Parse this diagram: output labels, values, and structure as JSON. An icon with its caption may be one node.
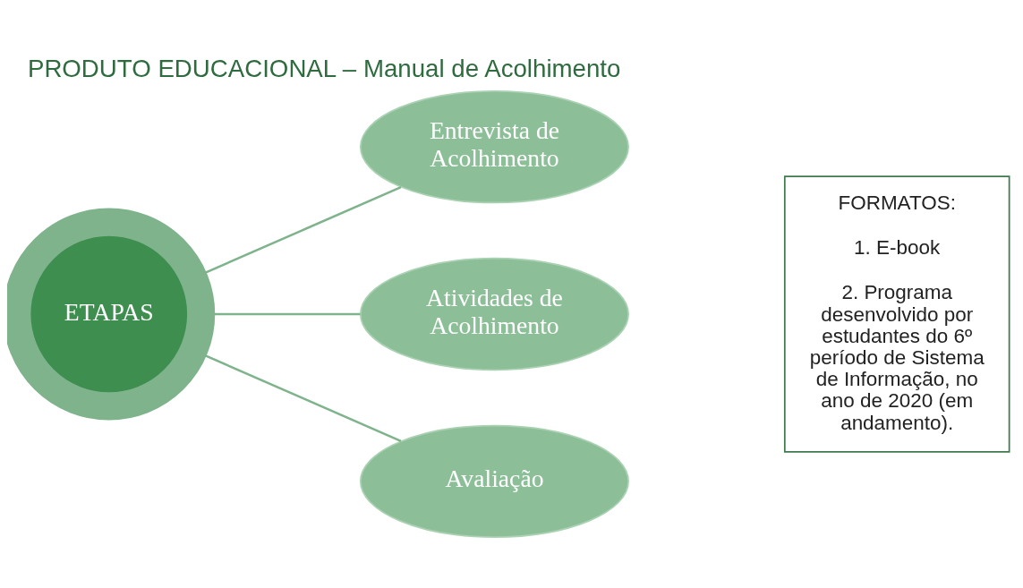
{
  "diagram": {
    "title": "PRODUTO EDUCACIONAL – Manual de Acolhimento",
    "nodes": [
      {
        "text": [
          "ETAPAS"
        ]
      },
      {
        "text": [
          "Entrevista de Acolhimento"
        ]
      },
      {
        "text": [
          "Atividades de Acolhimento"
        ]
      },
      {
        "text": [
          "Avaliação"
        ]
      },
      {
        "text": [
          "FORMATOS:",
          "1. E-book",
          "2. Programa desenvolvido por estudantes do 6º período de Sistema de Informação, no ano de 2020 (em andamento)."
        ]
      }
    ],
    "edges": [
      {
        "from": 0,
        "to": 1,
        "arrow": "none"
      },
      {
        "from": 0,
        "to": 2,
        "arrow": "none"
      },
      {
        "from": 0,
        "to": 3,
        "arrow": "none"
      }
    ]
  }
}
